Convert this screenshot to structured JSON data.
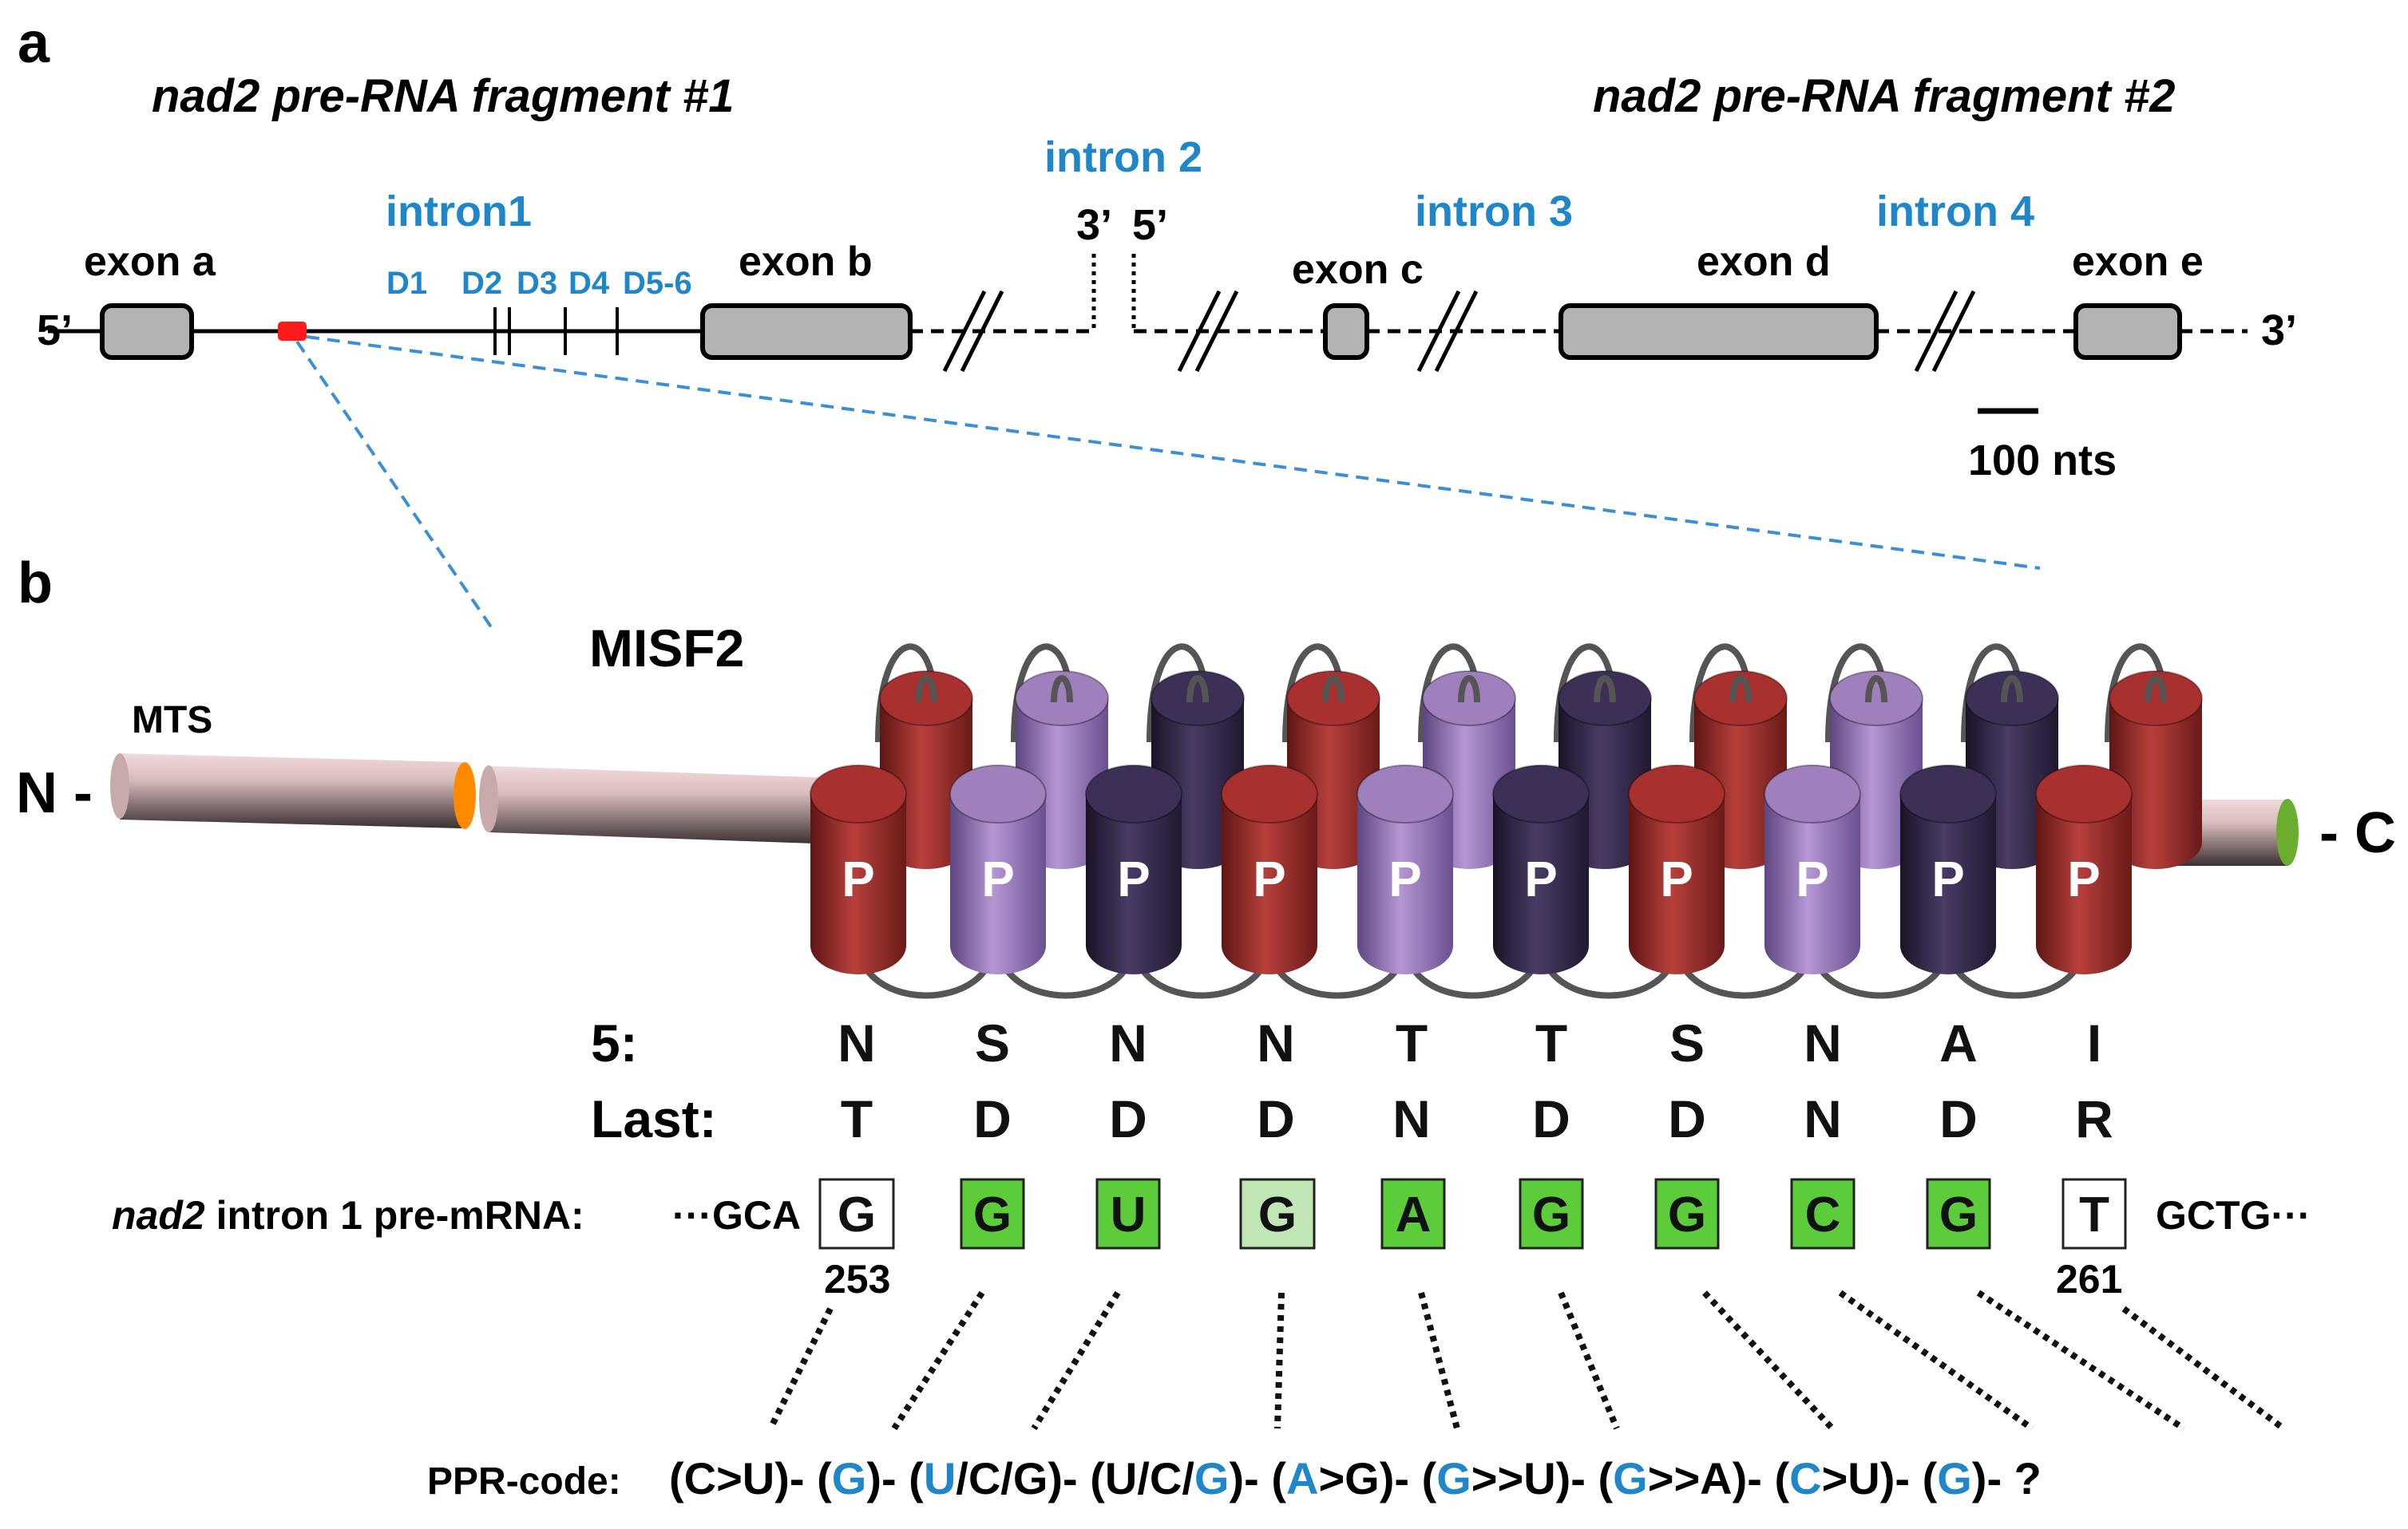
{
  "panel_a": {
    "label": "a",
    "fragment1_title": "nad2 pre-RNA fragment #1",
    "fragment2_title": "nad2 pre-RNA fragment #2",
    "intron1": "intron1",
    "intron2": "intron 2",
    "intron3": "intron 3",
    "intron4": "intron 4",
    "exon_a": "exon a",
    "exon_b": "exon b",
    "exon_c": "exon c",
    "exon_d": "exon d",
    "exon_e": "exon e",
    "end5_left": "5’",
    "end3_right": "3’",
    "break_3": "3’",
    "break_5": "5’",
    "domains": [
      "D1",
      "D2",
      "D3",
      "D4",
      "D5-6"
    ],
    "scale_label": "100 nts"
  },
  "panel_b": {
    "label": "b",
    "protein_name": "MISF2",
    "mts_label": "MTS",
    "n_term": "N -",
    "c_term": "- C",
    "ppr_letter": "P",
    "row5_label": "5:",
    "rowLast_label": "Last:",
    "residues_5": [
      "N",
      "S",
      "N",
      "N",
      "T",
      "T",
      "S",
      "N",
      "A",
      "I"
    ],
    "residues_last": [
      "T",
      "D",
      "D",
      "D",
      "N",
      "D",
      "D",
      "N",
      "D",
      "R"
    ],
    "rna_label_italic": "nad2",
    "rna_label_rest": " intron 1 pre-mRNA:",
    "prefix": "···GCA",
    "suffix": "GCTG···",
    "nucleotides": [
      "G",
      "G",
      "U",
      "G",
      "A",
      "G",
      "G",
      "C",
      "G",
      "T"
    ],
    "nt_style": [
      "none",
      "match",
      "match",
      "weak",
      "match",
      "match",
      "match",
      "match",
      "match",
      "none"
    ],
    "pos_start": "253",
    "pos_end": "261",
    "ppr_code_label": "PPR-code:",
    "codes": [
      [
        {
          "t": "(C>U)-",
          "b": false
        }
      ],
      [
        {
          "t": "(",
          "b": false
        },
        {
          "t": "G",
          "b": true
        },
        {
          "t": ")-",
          "b": false
        }
      ],
      [
        {
          "t": "(",
          "b": false
        },
        {
          "t": "U",
          "b": true
        },
        {
          "t": "/C/G)-",
          "b": false
        }
      ],
      [
        {
          "t": "(U/C/",
          "b": false
        },
        {
          "t": "G",
          "b": true
        },
        {
          "t": ")-",
          "b": false
        }
      ],
      [
        {
          "t": "(",
          "b": false
        },
        {
          "t": "A",
          "b": true
        },
        {
          "t": ">G)-",
          "b": false
        }
      ],
      [
        {
          "t": "(",
          "b": false
        },
        {
          "t": "G",
          "b": true
        },
        {
          "t": ">>U)-",
          "b": false
        }
      ],
      [
        {
          "t": "(",
          "b": false
        },
        {
          "t": "G",
          "b": true
        },
        {
          "t": ">>A)-",
          "b": false
        }
      ],
      [
        {
          "t": "(",
          "b": false
        },
        {
          "t": "C",
          "b": true
        },
        {
          "t": ">U)-",
          "b": false
        }
      ],
      [
        {
          "t": "(",
          "b": false
        },
        {
          "t": "G",
          "b": true
        },
        {
          "t": ")-",
          "b": false
        }
      ],
      [
        {
          "t": "?",
          "b": false
        }
      ]
    ]
  },
  "colors": {
    "exon_fill": "#b3b3b3",
    "red_marker": "#ff1a1a",
    "blue_text": "#1f86c9",
    "dashed_zoom": "#3a8fd6",
    "red_helix": "#a8302e",
    "violet_helix": "#9f80bd",
    "dark_helix": "#3d2f55",
    "match_green": "#5ccc3a",
    "weak_green": "#bfe6b4",
    "mts_orange": "#ff8a00",
    "cterm_green": "#6aad2f"
  }
}
